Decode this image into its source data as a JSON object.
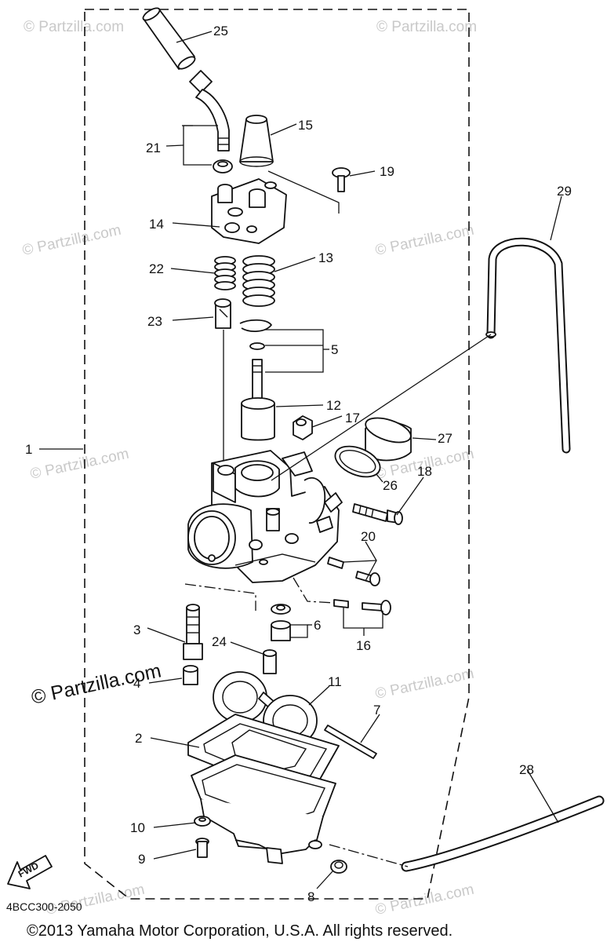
{
  "watermark": "© Partzilla.com",
  "watermark_main": "© Partzilla.com",
  "diagram_code": "4BCC300-2050",
  "copyright": "©2013 Yamaha Motor Corporation, U.S.A. All rights reserved.",
  "fwd_label": "FWD",
  "callouts": {
    "c1": "1",
    "c2": "2",
    "c3": "3",
    "c4": "4",
    "c5": "5",
    "c6": "6",
    "c7": "7",
    "c8": "8",
    "c9": "9",
    "c10": "10",
    "c11": "11",
    "c12": "12",
    "c13": "13",
    "c14": "14",
    "c15": "15",
    "c16": "16",
    "c17": "17",
    "c18": "18",
    "c19": "19",
    "c20": "20",
    "c21": "21",
    "c22": "22",
    "c23": "23",
    "c24": "24",
    "c25": "25",
    "c26": "26",
    "c27": "27",
    "c28": "28",
    "c29": "29"
  }
}
